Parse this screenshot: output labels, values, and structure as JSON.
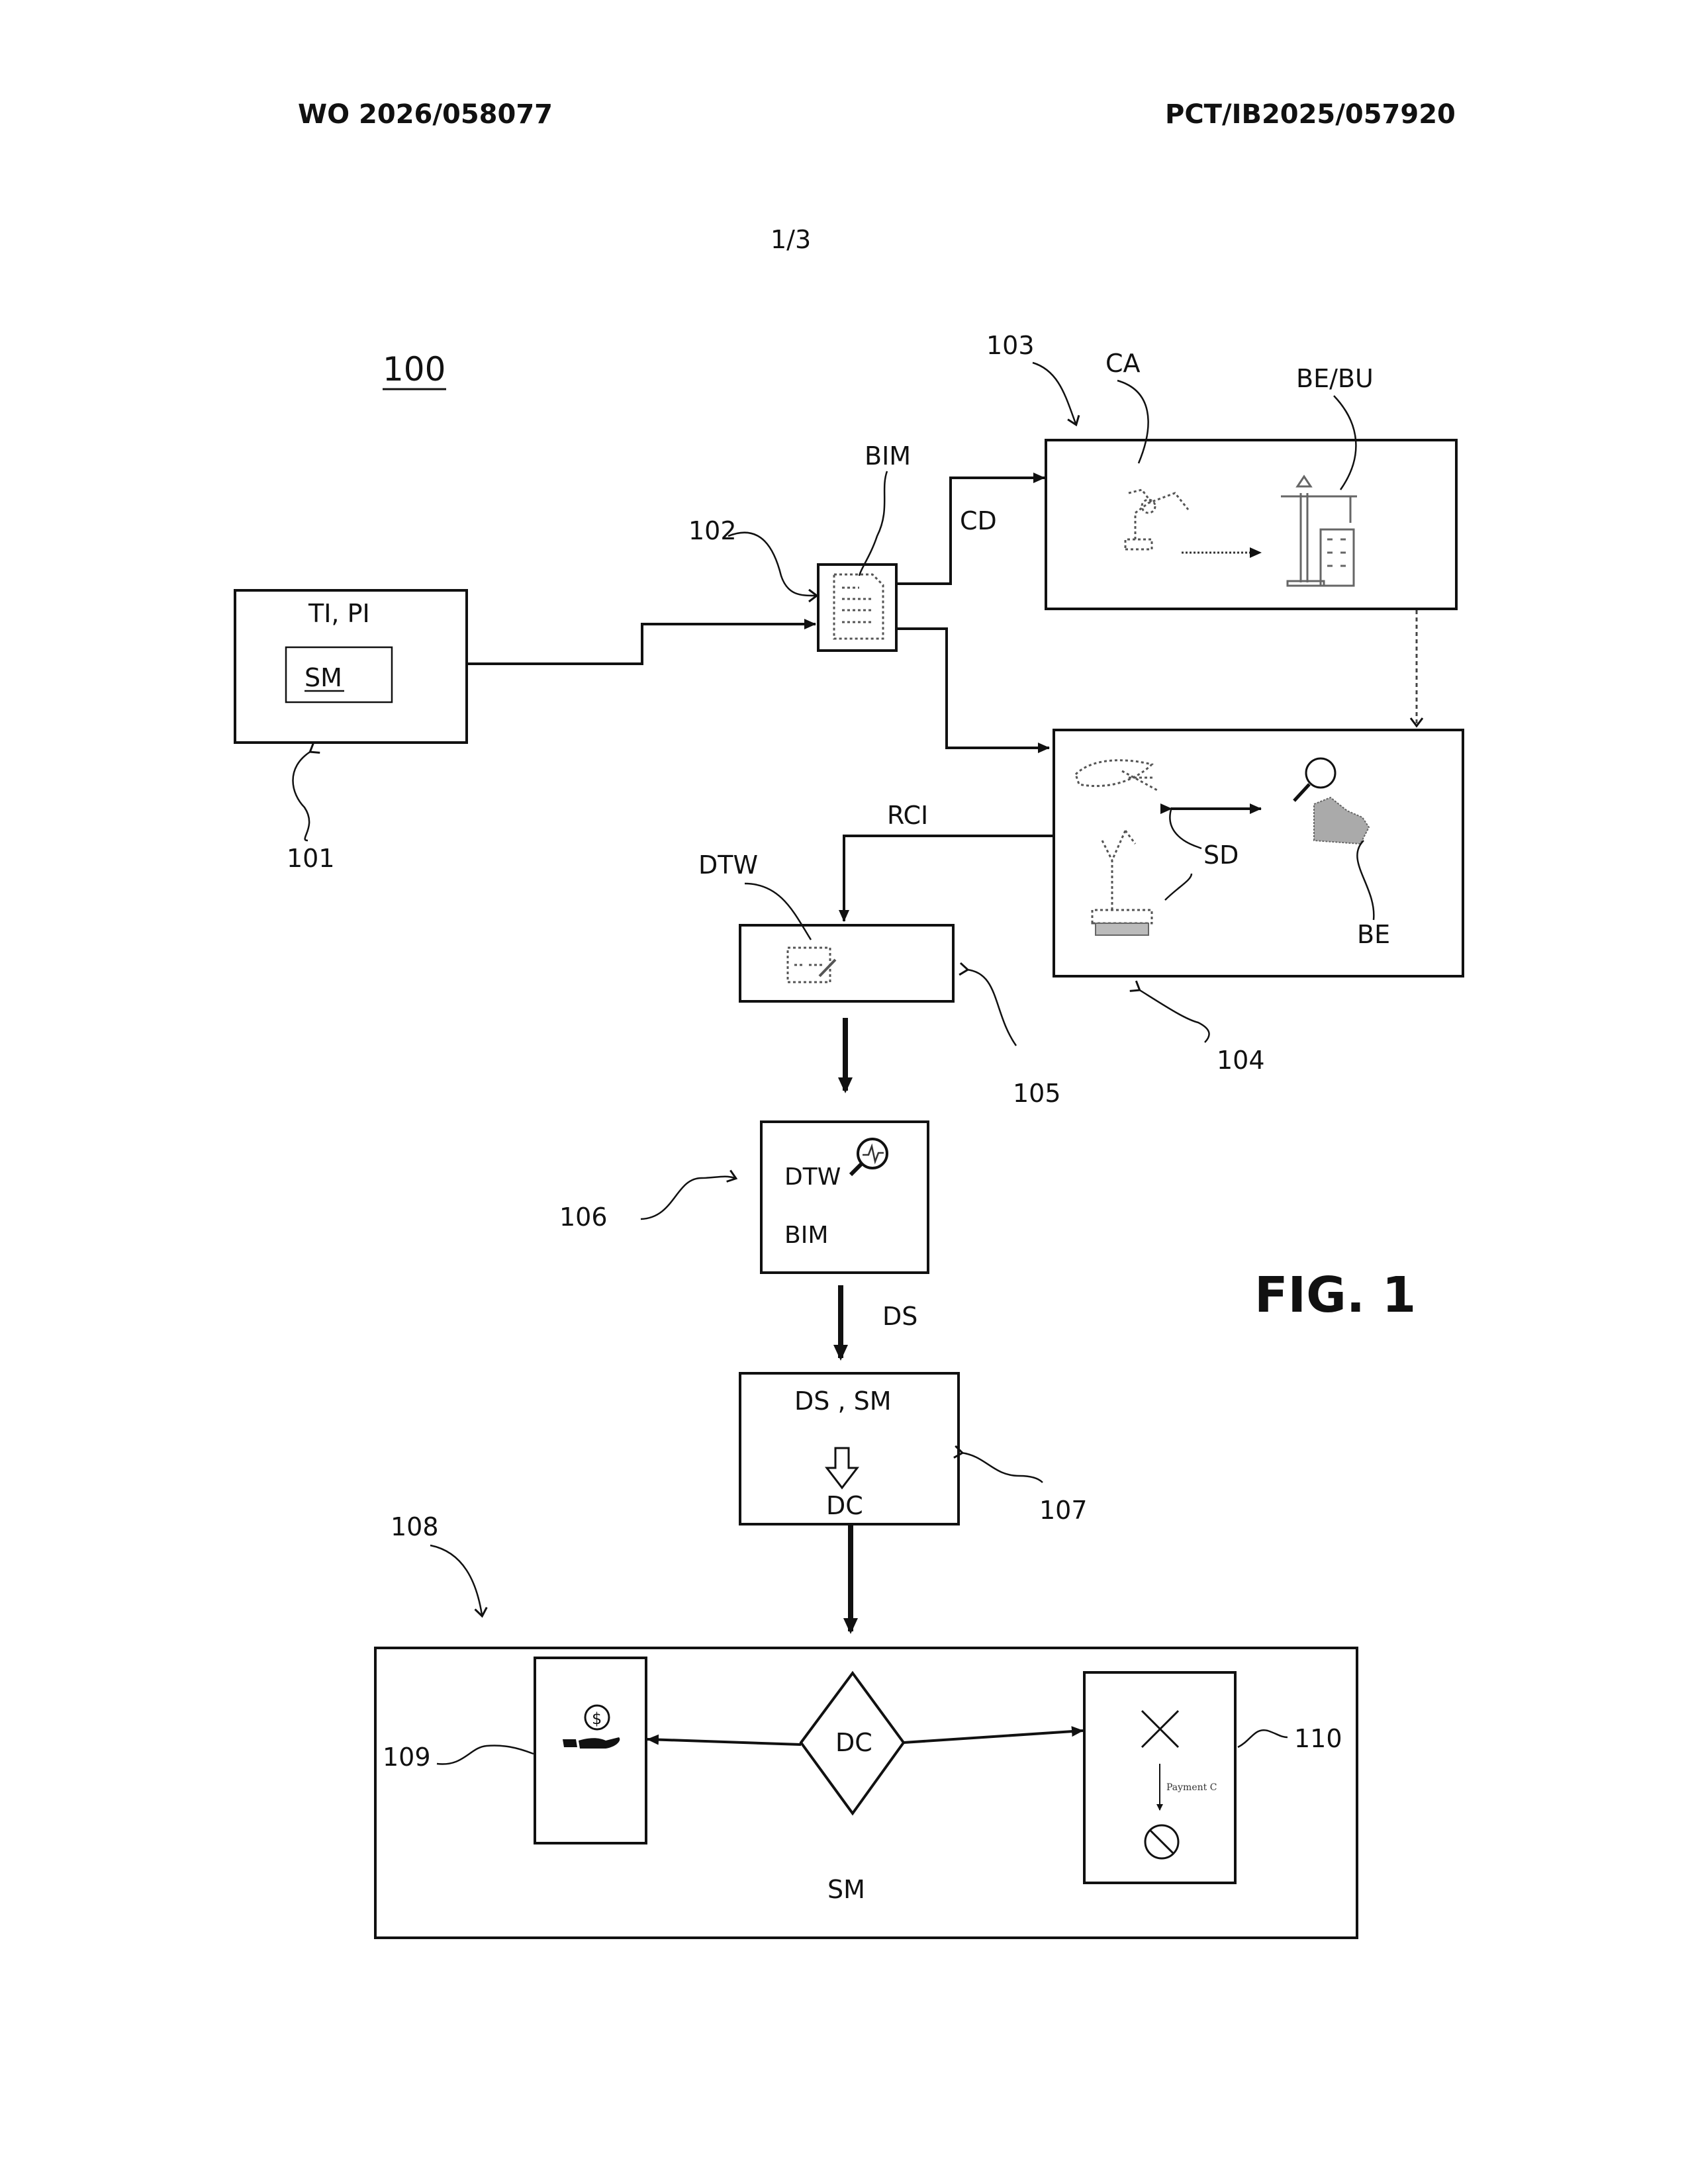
{
  "header": {
    "publication_number": "WO 2026/058077",
    "application_number": "PCT/IB2025/057920",
    "sheet": "1/3"
  },
  "figure": {
    "ref": "100",
    "caption": "FIG. 1"
  },
  "blocks": {
    "b101": {
      "ref": "101",
      "title": "TI, PI",
      "inner": "SM"
    },
    "b102": {
      "ref": "102",
      "label": "BIM"
    },
    "b103": {
      "ref": "103",
      "label_ca": "CA",
      "label_be_bu": "BE/BU"
    },
    "b104": {
      "ref": "104",
      "label_sd": "SD",
      "label_be": "BE"
    },
    "b105": {
      "ref": "105",
      "label": "DTW"
    },
    "b106": {
      "ref": "106",
      "line1": "DTW",
      "line2": "BIM"
    },
    "b107": {
      "ref": "107",
      "line1": "DS , SM",
      "line2": "DC"
    },
    "b108": {
      "ref": "108",
      "label": "SM",
      "decision": "DC"
    },
    "b109": {
      "ref": "109"
    },
    "b110": {
      "ref": "110",
      "small_text": "Payment C"
    }
  },
  "edges": {
    "cd": "CD",
    "rci": "RCI",
    "ds": "DS"
  },
  "icons": [
    "document-icon",
    "robot-arm-icon",
    "crane-building-icon",
    "drone-icon",
    "magnifier-icon",
    "building-cloud-icon",
    "excavator-robot-icon",
    "digital-twin-card-icon",
    "search-chart-icon",
    "down-arrow-icon",
    "hand-dollar-icon",
    "cross-icon",
    "prohibited-icon"
  ]
}
